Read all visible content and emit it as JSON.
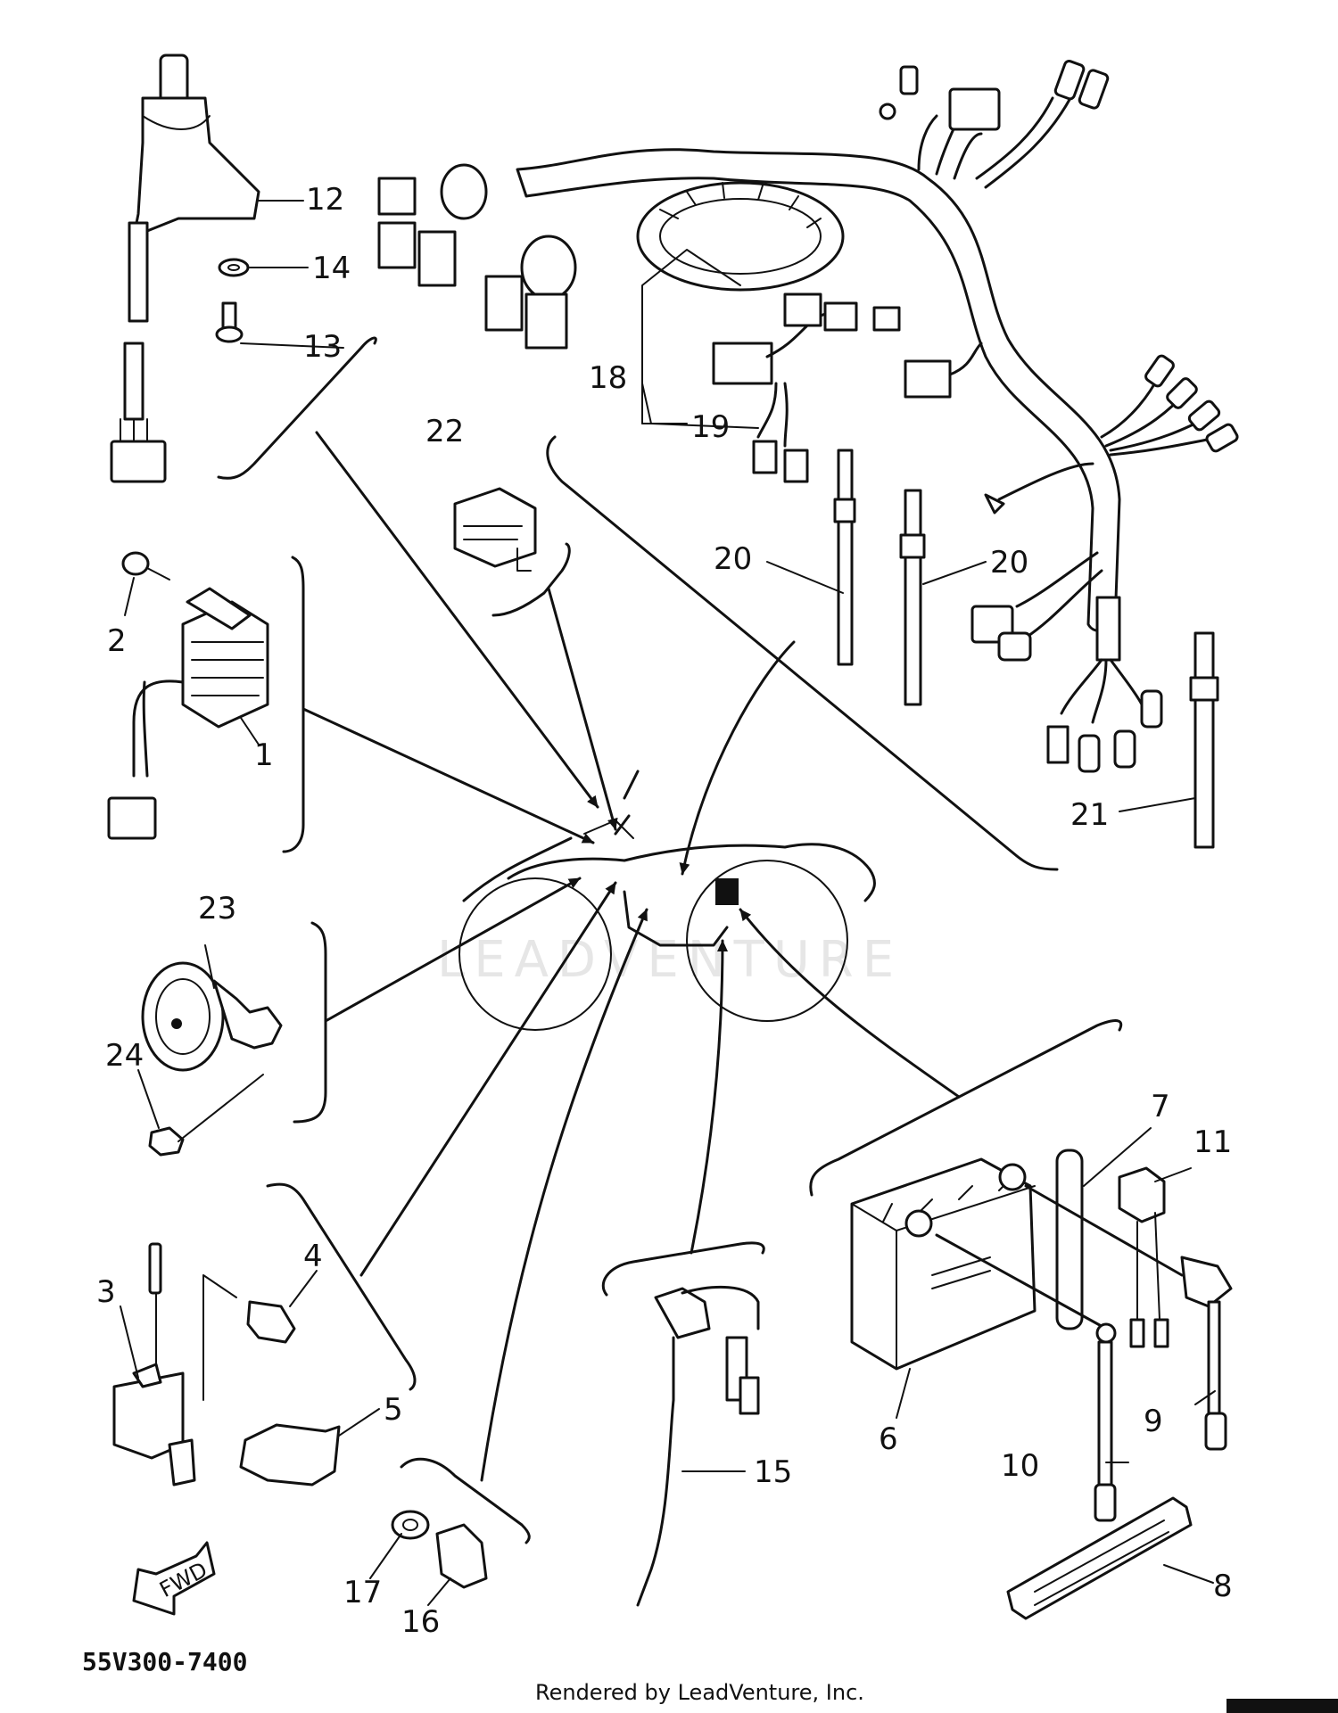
{
  "callouts": {
    "p1": "1",
    "p2": "2",
    "p3": "3",
    "p4": "4",
    "p5": "5",
    "p6": "6",
    "p7": "7",
    "p8": "8",
    "p9": "9",
    "p10": "10",
    "p11": "11",
    "p12": "12",
    "p13": "13",
    "p14": "14",
    "p15": "15",
    "p16": "16",
    "p17": "17",
    "p18": "18",
    "p19": "19",
    "p20a": "20",
    "p20b": "20",
    "p21": "21",
    "p22": "22",
    "p23": "23",
    "p24": "24"
  },
  "fwd_label": "FWD",
  "diagram_code": "55V300-7400",
  "footer": "Rendered by LeadVenture, Inc.",
  "watermark": "LEADVENTURE"
}
